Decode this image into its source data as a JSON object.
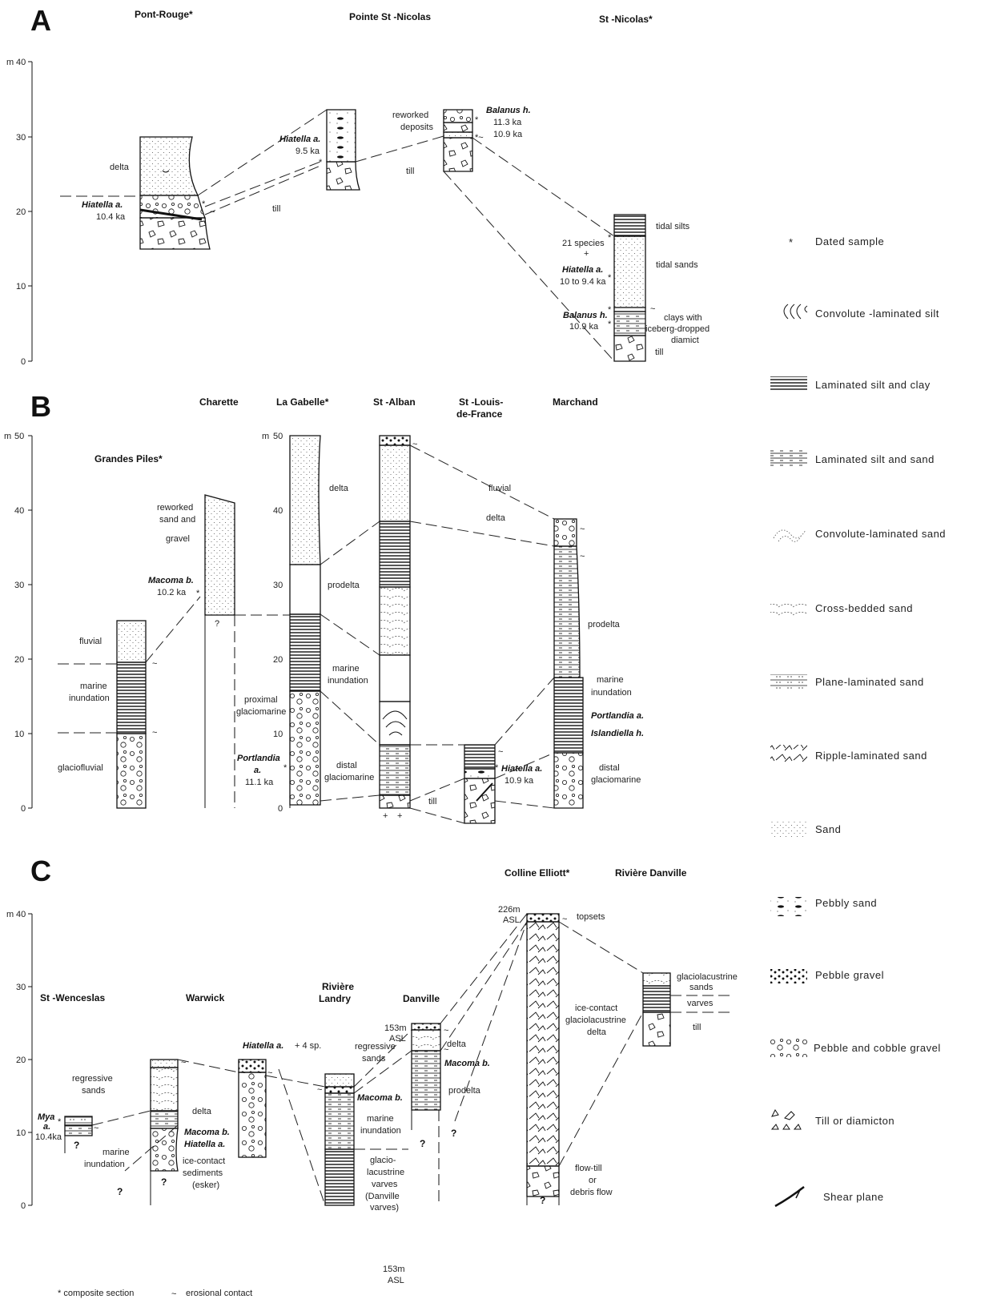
{
  "panels": {
    "A": {
      "letter": "A",
      "axis_unit": "m",
      "ticks": [
        "40",
        "30",
        "20",
        "10",
        "0"
      ],
      "sections": [
        "Pont-Rouge*",
        "Pointe St -Nicolas",
        "St -Nicolas*"
      ],
      "labels": {
        "delta": "delta",
        "hiatella_pr": "Hiatella a.",
        "hiatella_pr_age": "10.4 ka",
        "till1": "till",
        "hiatella_psn": "Hiatella a.",
        "hiatella_psn_age": "9.5 ka",
        "reworked1": "reworked",
        "reworked2": "deposits",
        "balanus": "Balanus h.",
        "balanus_age1": "11.3 ka",
        "balanus_age2": "10.9 ka",
        "till2": "till",
        "tidal_silts": "tidal silts",
        "species": "21 species",
        "plus": "+",
        "tidal_sands": "tidal sands",
        "hiatella_sn": "Hiatella a.",
        "hiatella_sn_age": "10 to 9.4 ka",
        "balanus_sn": "Balanus h.",
        "balanus_sn_age": "10.9 ka",
        "clays1": "clays with",
        "clays2": "iceberg-dropped",
        "clays3": "diamict",
        "till3": "till"
      }
    },
    "B": {
      "letter": "B",
      "axis_unit": "m",
      "ticks": [
        "50",
        "40",
        "30",
        "20",
        "10",
        "0"
      ],
      "inner_ticks": [
        "m",
        "50",
        "40",
        "30",
        "20",
        "10",
        "0"
      ],
      "sections": [
        "Grandes Piles*",
        "Charette",
        "La Gabelle*",
        "St -Alban",
        "St -Louis-",
        "de-France",
        "Marchand"
      ],
      "labels": {
        "fluvial_gp": "fluvial",
        "marine1": "marine",
        "inundation1": "inundation",
        "glaciofluvial": "glaciofluvial",
        "reworked1": "reworked",
        "reworked2": "sand and",
        "reworked3": "gravel",
        "macoma": "Macoma b.",
        "macoma_age": "10.2 ka",
        "q": "?",
        "delta_lg": "delta",
        "prodelta_lg": "prodelta",
        "marine2": "marine",
        "inundation2": "inundation",
        "proximal1": "proximal",
        "proximal2": "glaciomarine",
        "portlandia1": "Portlandia",
        "portlandia2": "a.",
        "portlandia_age": "11.1 ka",
        "distal1": "distal",
        "distal2": "glaciomarine",
        "fluvial_sa": "fluvial",
        "delta_sa": "delta",
        "till_sa": "till",
        "hiatella": "Hiatella a.",
        "hiatella_age": "10.9 ka",
        "prodelta_m": "prodelta",
        "marine3": "marine",
        "inundation3": "inundation",
        "portlandia_m": "Portlandia a.",
        "islandiella": "Islandiella h.",
        "distal3": "distal",
        "distal4": "glaciomarine"
      }
    },
    "C": {
      "letter": "C",
      "axis_unit": "m",
      "ticks": [
        "40",
        "30",
        "20",
        "10",
        "0"
      ],
      "sections": [
        "St -Wenceslas",
        "Warwick",
        "Rivière",
        "Landry",
        "Danville",
        "Colline Elliott*",
        "Rivière Danville"
      ],
      "labels": {
        "regressive1": "regressive",
        "regressive2": "sands",
        "mya1": "Mya",
        "mya2": "a.",
        "mya_age": "10.4ka",
        "q": "?",
        "marine1": "marine",
        "inundation1": "inundation",
        "delta_w": "delta",
        "macoma_w": "Macoma b.",
        "hiatella_w": "Hiatella a.",
        "icecontact1": "ice-contact",
        "icecontact2": "sediments",
        "icecontact3": "(esker)",
        "hiatella_top": "Hiatella a.",
        "hiatella_plus": "+ 4 sp.",
        "asl153a": "153m",
        "asl153b": "ASL",
        "regressive3": "regressive",
        "regressive4": "sands",
        "macoma_rl": "Macoma b.",
        "marine2": "marine",
        "inundation2": "inundation",
        "glacio1": "glacio-",
        "glacio2": "lacustrine",
        "glacio3": "varves",
        "glacio4": "(Danville",
        "glacio5": "varves)",
        "delta_d": "delta",
        "macoma_d": "Macoma b.",
        "prodelta_d": "prodelta",
        "asl226a": "226m",
        "asl226b": "ASL",
        "topsets": "topsets",
        "ice1": "ice-contact",
        "ice2": "glaciolacustrine",
        "ice3": "delta",
        "flow1": "flow-till",
        "flow2": "or",
        "flow3": "debris flow",
        "glsands1": "glaciolacustrine",
        "glsands2": "sands",
        "varves": "varves",
        "till_rd": "till"
      }
    }
  },
  "legend": [
    {
      "label": "Dated sample",
      "symbol": "asterisk"
    },
    {
      "label": "Convolute -laminated silt",
      "symbol": "convolute-silt"
    },
    {
      "label": "Laminated silt and clay",
      "symbol": "laminated-silt-clay"
    },
    {
      "label": "Laminated silt and sand",
      "symbol": "laminated-silt-sand"
    },
    {
      "label": "Convolute-laminated sand",
      "symbol": "convolute-sand"
    },
    {
      "label": "Cross-bedded sand",
      "symbol": "cross-bedded-sand"
    },
    {
      "label": "Plane-laminated sand",
      "symbol": "plane-laminated-sand"
    },
    {
      "label": "Ripple-laminated sand",
      "symbol": "ripple-laminated-sand"
    },
    {
      "label": "Sand",
      "symbol": "sand"
    },
    {
      "label": "Pebbly  sand",
      "symbol": "pebbly-sand"
    },
    {
      "label": "Pebble gravel",
      "symbol": "pebble-gravel"
    },
    {
      "label": "Pebble and cobble gravel",
      "symbol": "pebble-cobble-gravel"
    },
    {
      "label": "Till or diamicton",
      "symbol": "till"
    },
    {
      "label": "Shear plane",
      "symbol": "shear-plane"
    }
  ],
  "footnotes": {
    "composite": "* composite section",
    "erosional": "erosional contact"
  }
}
